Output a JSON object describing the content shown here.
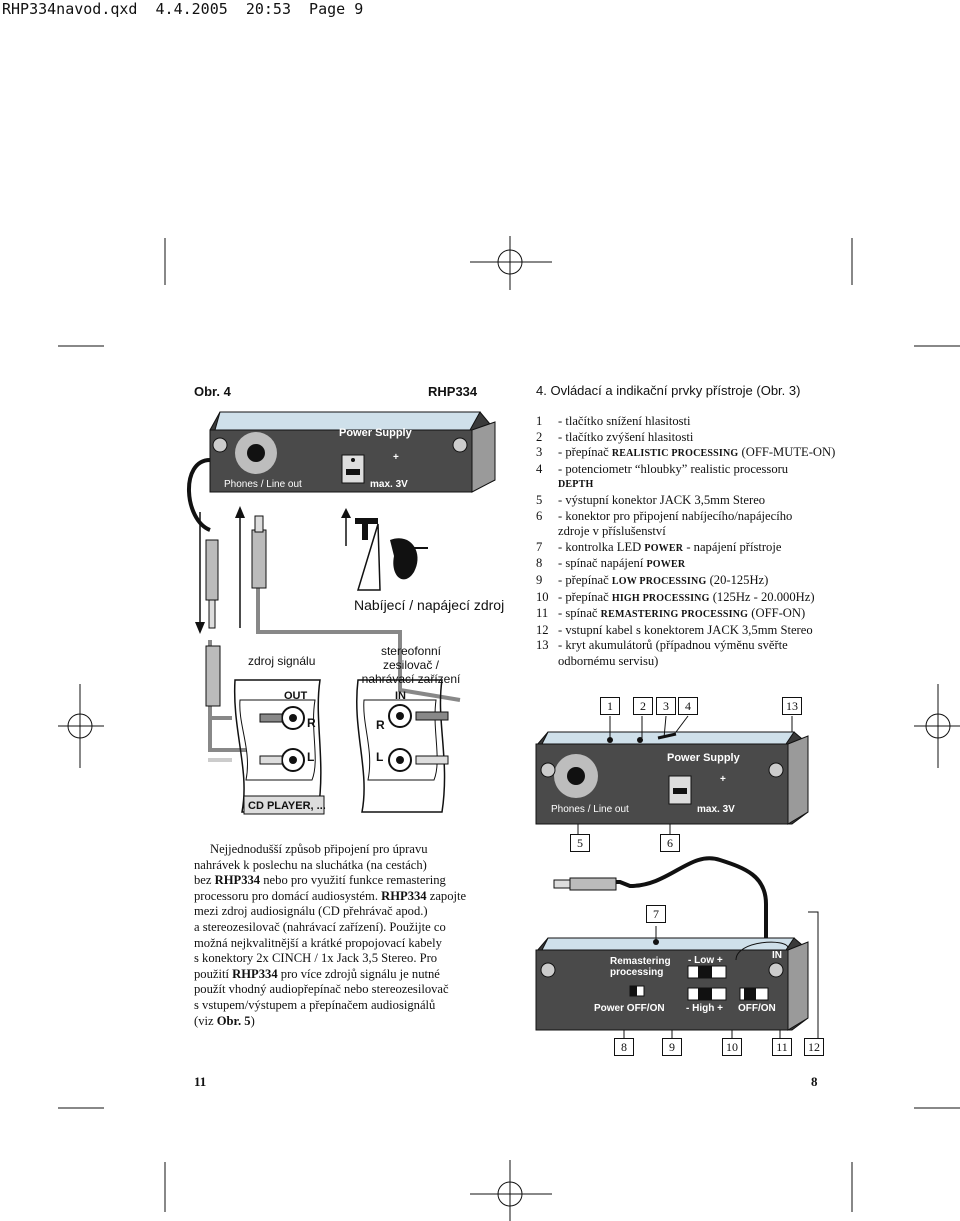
{
  "header": {
    "text": "RHP334navod.qxd  4.4.2005  20:53  Page 9"
  },
  "left_figure": {
    "obr_label": "Obr. 4",
    "model": "RHP334",
    "device": {
      "phones_label": "Phones / Line out",
      "power_supply_label": "Power Supply",
      "voltage_label": "max. 3V",
      "plus_sign": "+"
    },
    "charger_label": "Nabíjecí / napájecí zdroj",
    "source_label": "zdroj signálu",
    "amp_label_line1": "stereofonní zesilovač /",
    "amp_label_line2": "nahrávací zařízení",
    "out_panel": {
      "title": "OUT",
      "r": "R",
      "l": "L"
    },
    "in_panel": {
      "title": "IN",
      "r": "R",
      "l": "L"
    },
    "cd_label": "CD PLAYER, ..."
  },
  "section_title": "4. Ovládací a indikační prvky přístroje (Obr. 3)",
  "controls": [
    {
      "num": "1",
      "text": "- tlačítko snížení hlasitosti"
    },
    {
      "num": "2",
      "text": "- tlačítko zvýšení hlasitosti"
    },
    {
      "num": "3",
      "pre": "- přepínač ",
      "sc": "REALISTIC PROCESSING",
      "post": " (OFF-MUTE-ON)"
    },
    {
      "num": "4",
      "text": "- potenciometr “hloubky” realistic processoru"
    },
    {
      "num": "",
      "sc": "DEPTH"
    },
    {
      "num": "5",
      "text": "- výstupní konektor JACK 3,5mm Stereo"
    },
    {
      "num": "6",
      "text": "- konektor pro připojení nabíjecího/napájecího"
    },
    {
      "num": "",
      "text": "zdroje v příslušenství"
    },
    {
      "num": "7",
      "pre": "- kontrolka LED ",
      "sc": "POWER",
      "post": " - napájení přístroje"
    },
    {
      "num": "8",
      "pre": "- spínač napájení ",
      "sc": "POWER",
      "post": ""
    },
    {
      "num": "9",
      "pre": "- přepínač ",
      "sc": "LOW PROCESSING",
      "post": " (20-125Hz)"
    },
    {
      "num": "10",
      "pre": "- přepínač ",
      "sc": "HIGH PROCESSING",
      "post": " (125Hz - 20.000Hz)"
    },
    {
      "num": "11",
      "pre": "- spínač ",
      "sc": "REMASTERING PROCESSING",
      "post": " (OFF-ON)"
    },
    {
      "num": "12",
      "text": "- vstupní kabel s konektorem JACK 3,5mm Stereo"
    },
    {
      "num": "13",
      "text": "- kryt akumulátorů (případnou výměnu svěřte"
    },
    {
      "num": "",
      "text": "odbornému servisu)"
    }
  ],
  "right_figure": {
    "callouts_top": [
      "1",
      "2",
      "3",
      "4",
      "13"
    ],
    "callouts_mid": [
      "5",
      "6"
    ],
    "callout_led": "7",
    "callouts_bottom": [
      "8",
      "9",
      "10",
      "11",
      "12"
    ],
    "front": {
      "phones_label": "Phones / Line out",
      "power_supply_label": "Power Supply",
      "voltage_label": "max. 3V",
      "plus_sign": "+"
    },
    "back": {
      "remastering_label_1": "Remastering",
      "remastering_label_2": "processing",
      "low_label": "- Low +",
      "high_label": "- High +",
      "power_label": "Power",
      "off_on_1": "OFF/ON",
      "off_on_2": "OFF/ON",
      "in_label": "IN"
    }
  },
  "paragraph": {
    "lines": [
      "Nejjednodušší způsob připojení pro úpravu",
      "nahrávek k poslechu na sluchátka (na cestách)",
      "bez ",
      "RHP334",
      " nebo pro využití funkce remastering",
      "processoru pro domácí audiosystém. ",
      "RHP334",
      " zapojte",
      "mezi zdroj audiosignálu (CD přehrávač apod.)",
      "a stereozesilovač (nahrávací zařízení). Použijte co",
      "možná nejkvalitnější a krátké propojovací kabely",
      "s konektory 2x CINCH / 1x Jack 3,5 Stereo. Pro",
      "použití ",
      "RHP334",
      " pro více zdrojů signálu je nutné",
      "použít vhodný audiopřepínač nebo stereozesilovač",
      "s vstupem/výstupem a přepínačem audiosignálů",
      "(viz ",
      "Obr. 5",
      ")"
    ]
  },
  "page_numbers": {
    "left": "11",
    "right": "8"
  }
}
